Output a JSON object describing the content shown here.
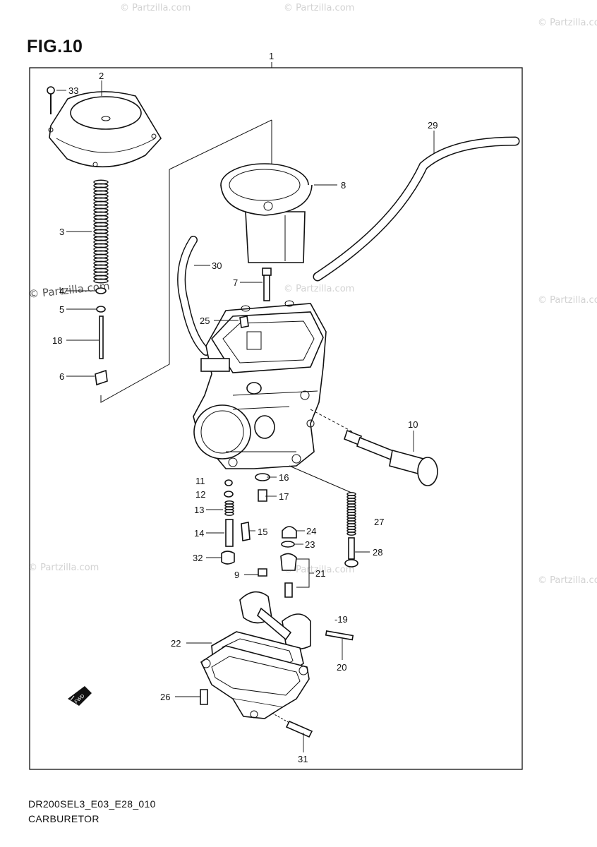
{
  "figure": {
    "title": "FIG.10",
    "code": "DR200SEL3_E03_E28_010",
    "name": "CARBURETOR",
    "fwd_label": "FWD"
  },
  "watermark": {
    "text": "© Partzilla.com"
  },
  "callouts": {
    "c1": "1",
    "c2": "2",
    "c3": "3",
    "c4": "4",
    "c5": "5",
    "c6": "6",
    "c7": "7",
    "c8": "8",
    "c9": "9",
    "c10": "10",
    "c11": "11",
    "c12": "12",
    "c13": "13",
    "c14": "14",
    "c15": "15",
    "c16": "16",
    "c17": "17",
    "c18": "18",
    "c19": "-19",
    "c20": "20",
    "c21": "21",
    "c22": "22",
    "c23": "23",
    "c24": "24",
    "c25": "25",
    "c26": "26",
    "c27": "27",
    "c28": "28",
    "c29": "29",
    "c30": "30",
    "c31": "31",
    "c32": "32",
    "c33": "33"
  }
}
